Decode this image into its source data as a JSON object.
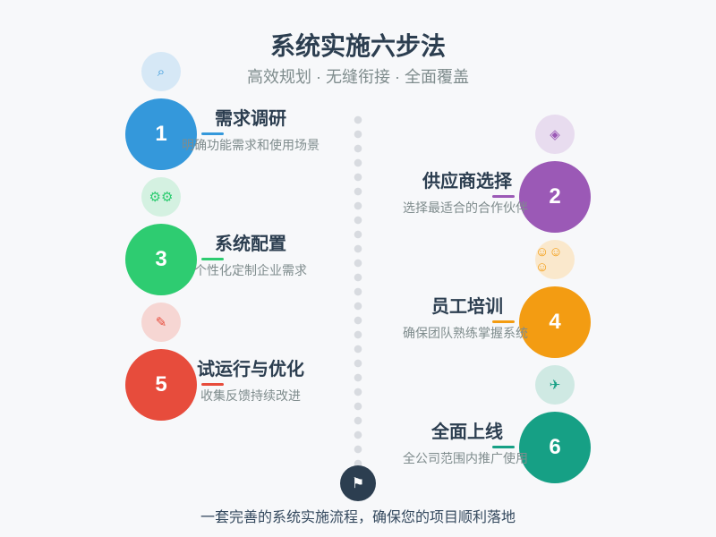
{
  "header": {
    "title": "系统实施六步法",
    "subtitle": "高效规划 · 无缝衔接 · 全面覆盖"
  },
  "steps": [
    {
      "number": "1",
      "title": "需求调研",
      "description": "明确功能需求和使用场景",
      "icon": "magnifier-icon",
      "glyph": "⌕",
      "color": "#3498db",
      "light": "#d6e8f6"
    },
    {
      "number": "2",
      "title": "供应商选择",
      "description": "选择最适合的合作伙伴",
      "icon": "handshake-icon",
      "glyph": "◈",
      "color": "#9b59b6",
      "light": "#e8dcef"
    },
    {
      "number": "3",
      "title": "系统配置",
      "description": "个性化定制企业需求",
      "icon": "gears-icon",
      "glyph": "⚙⚙",
      "color": "#2ecc71",
      "light": "#d4f1e1"
    },
    {
      "number": "4",
      "title": "员工培训",
      "description": "确保团队熟练掌握系统",
      "icon": "people-icon",
      "glyph": "☺☺☺",
      "color": "#f39c12",
      "light": "#fae8cc"
    },
    {
      "number": "5",
      "title": "试运行与优化",
      "description": "收集反馈持续改进",
      "icon": "wrench-icon",
      "glyph": "✎",
      "color": "#e74c3c",
      "light": "#f6d6d3"
    },
    {
      "number": "6",
      "title": "全面上线",
      "description": "全公司范围内推广使用",
      "icon": "rocket-icon",
      "glyph": "✈",
      "color": "#16a085",
      "light": "#cfe9e3"
    }
  ],
  "end_marker": {
    "icon": "flag-icon",
    "glyph": "⚑"
  },
  "footer": {
    "text": "一套完善的系统实施流程，确保您的项目顺利落地"
  }
}
